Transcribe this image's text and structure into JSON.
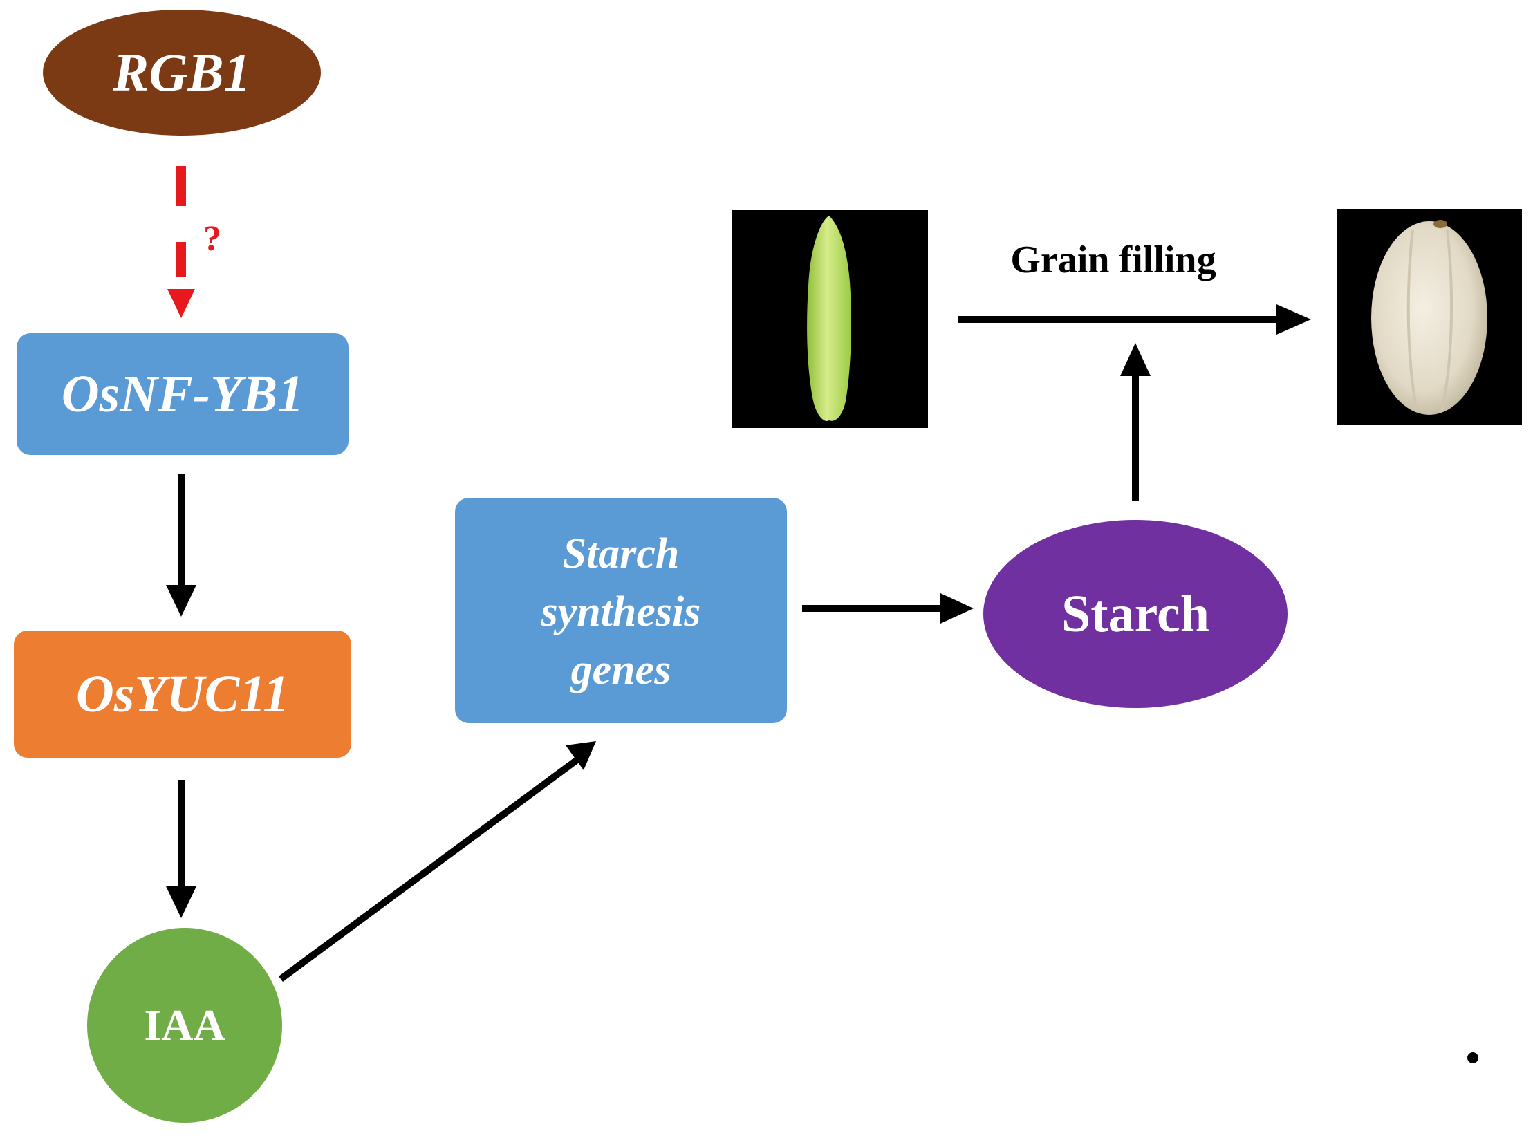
{
  "nodes": {
    "rgb1": {
      "label": "RGB1",
      "color": "#7b3a14"
    },
    "osnf_yb1": {
      "label": "OsNF-YB1",
      "color": "#5b9bd5"
    },
    "osyuc11": {
      "label": "OsYUC11",
      "color": "#ed7d31"
    },
    "iaa": {
      "label": "IAA",
      "color": "#70ad47"
    },
    "starch_synthesis_genes": {
      "line1": "Starch",
      "line2": "synthesis",
      "line3": "genes",
      "color": "#5b9bd5"
    },
    "starch": {
      "label": "Starch",
      "color": "#7030a0"
    }
  },
  "edges": {
    "uncertain_mark": "?",
    "uncertain_color": "#e8191c",
    "grain_filling_label": "Grain filling"
  },
  "images": {
    "immature_grain": "green-rice-grain",
    "mature_grain": "white-rice-grain"
  }
}
